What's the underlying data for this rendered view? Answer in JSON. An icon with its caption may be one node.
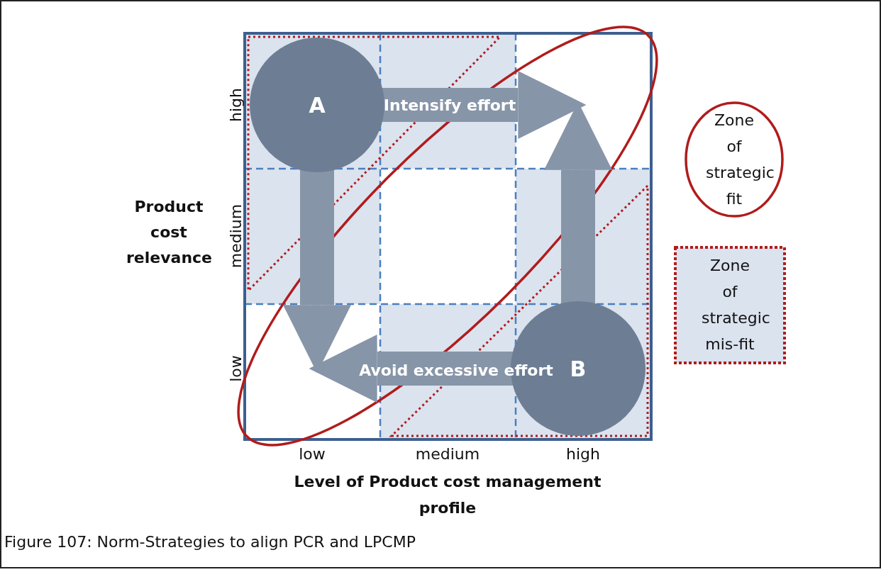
{
  "diagram": {
    "caption": "Figure 107: Norm-Strategies to align PCR and LPCMP",
    "nodes": [
      {
        "text": [
          "A"
        ]
      },
      {
        "text": [
          "B"
        ]
      }
    ],
    "edges": [
      {
        "from": 0,
        "to": null,
        "arrow": "to",
        "label": "Intensify effort"
      },
      {
        "from": 0,
        "to": null,
        "arrow": "to"
      },
      {
        "from": 1,
        "to": null,
        "arrow": "to"
      },
      {
        "from": 1,
        "to": null,
        "arrow": "to",
        "label": "Avoid excessive effort"
      }
    ],
    "labels": [
      "high",
      "Product cost relevance",
      "medium",
      "low",
      "low",
      "medium",
      "high",
      "Level of Product cost management profile"
    ],
    "legend": [
      {
        "text": "Zone of strategic fit"
      },
      {
        "text": "Zone of strategic mis-fit"
      }
    ]
  }
}
